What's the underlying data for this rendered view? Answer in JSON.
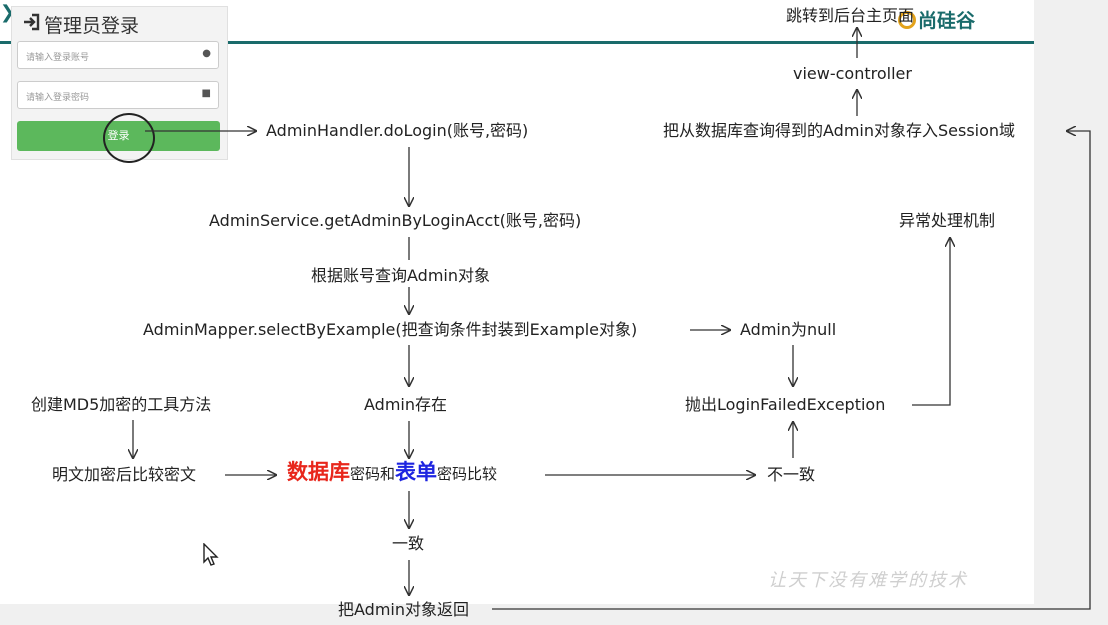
{
  "login": {
    "title": "管理员登录",
    "account_placeholder": "请输入登录账号",
    "password_placeholder": "请输入登录密码",
    "submit_label": "登录",
    "button_color": "#5cb85c"
  },
  "logo": {
    "text": "尚硅谷"
  },
  "nodes": {
    "do_login": "AdminHandler.doLogin(账号,密码)",
    "get_admin": "AdminService.getAdminByLoginAcct(账号,密码)",
    "query_by_account": "根据账号查询Admin对象",
    "select_by_example": "AdminMapper.selectByExample(把查询条件封装到Example对象)",
    "admin_null": "Admin为null",
    "admin_exists": "Admin存在",
    "create_md5": "创建MD5加密的工具方法",
    "encrypt_compare": "明文加密后比较密文",
    "compare_prefix": "数据库",
    "compare_mid": "密码和",
    "compare_form": "表单",
    "compare_suffix": "密码比较",
    "mismatch": "不一致",
    "match": "一致",
    "return_admin": "把Admin对象返回",
    "throw_exception": "抛出LoginFailedException",
    "exception_mechanism": "异常处理机制",
    "store_session": "把从数据库查询得到的Admin对象存入Session域",
    "view_controller": "view-controller",
    "jump_main": "跳转到后台主页面"
  },
  "watermark": "让天下没有难学的技术",
  "colors": {
    "theme": "#1a6b6b",
    "highlight_red": "#e8261b",
    "highlight_blue": "#1d24e0",
    "logo_accent": "#e3a21a"
  },
  "icons": [
    "login-icon",
    "user-icon",
    "lock-icon",
    "chevron-right-icon",
    "cursor-icon"
  ]
}
